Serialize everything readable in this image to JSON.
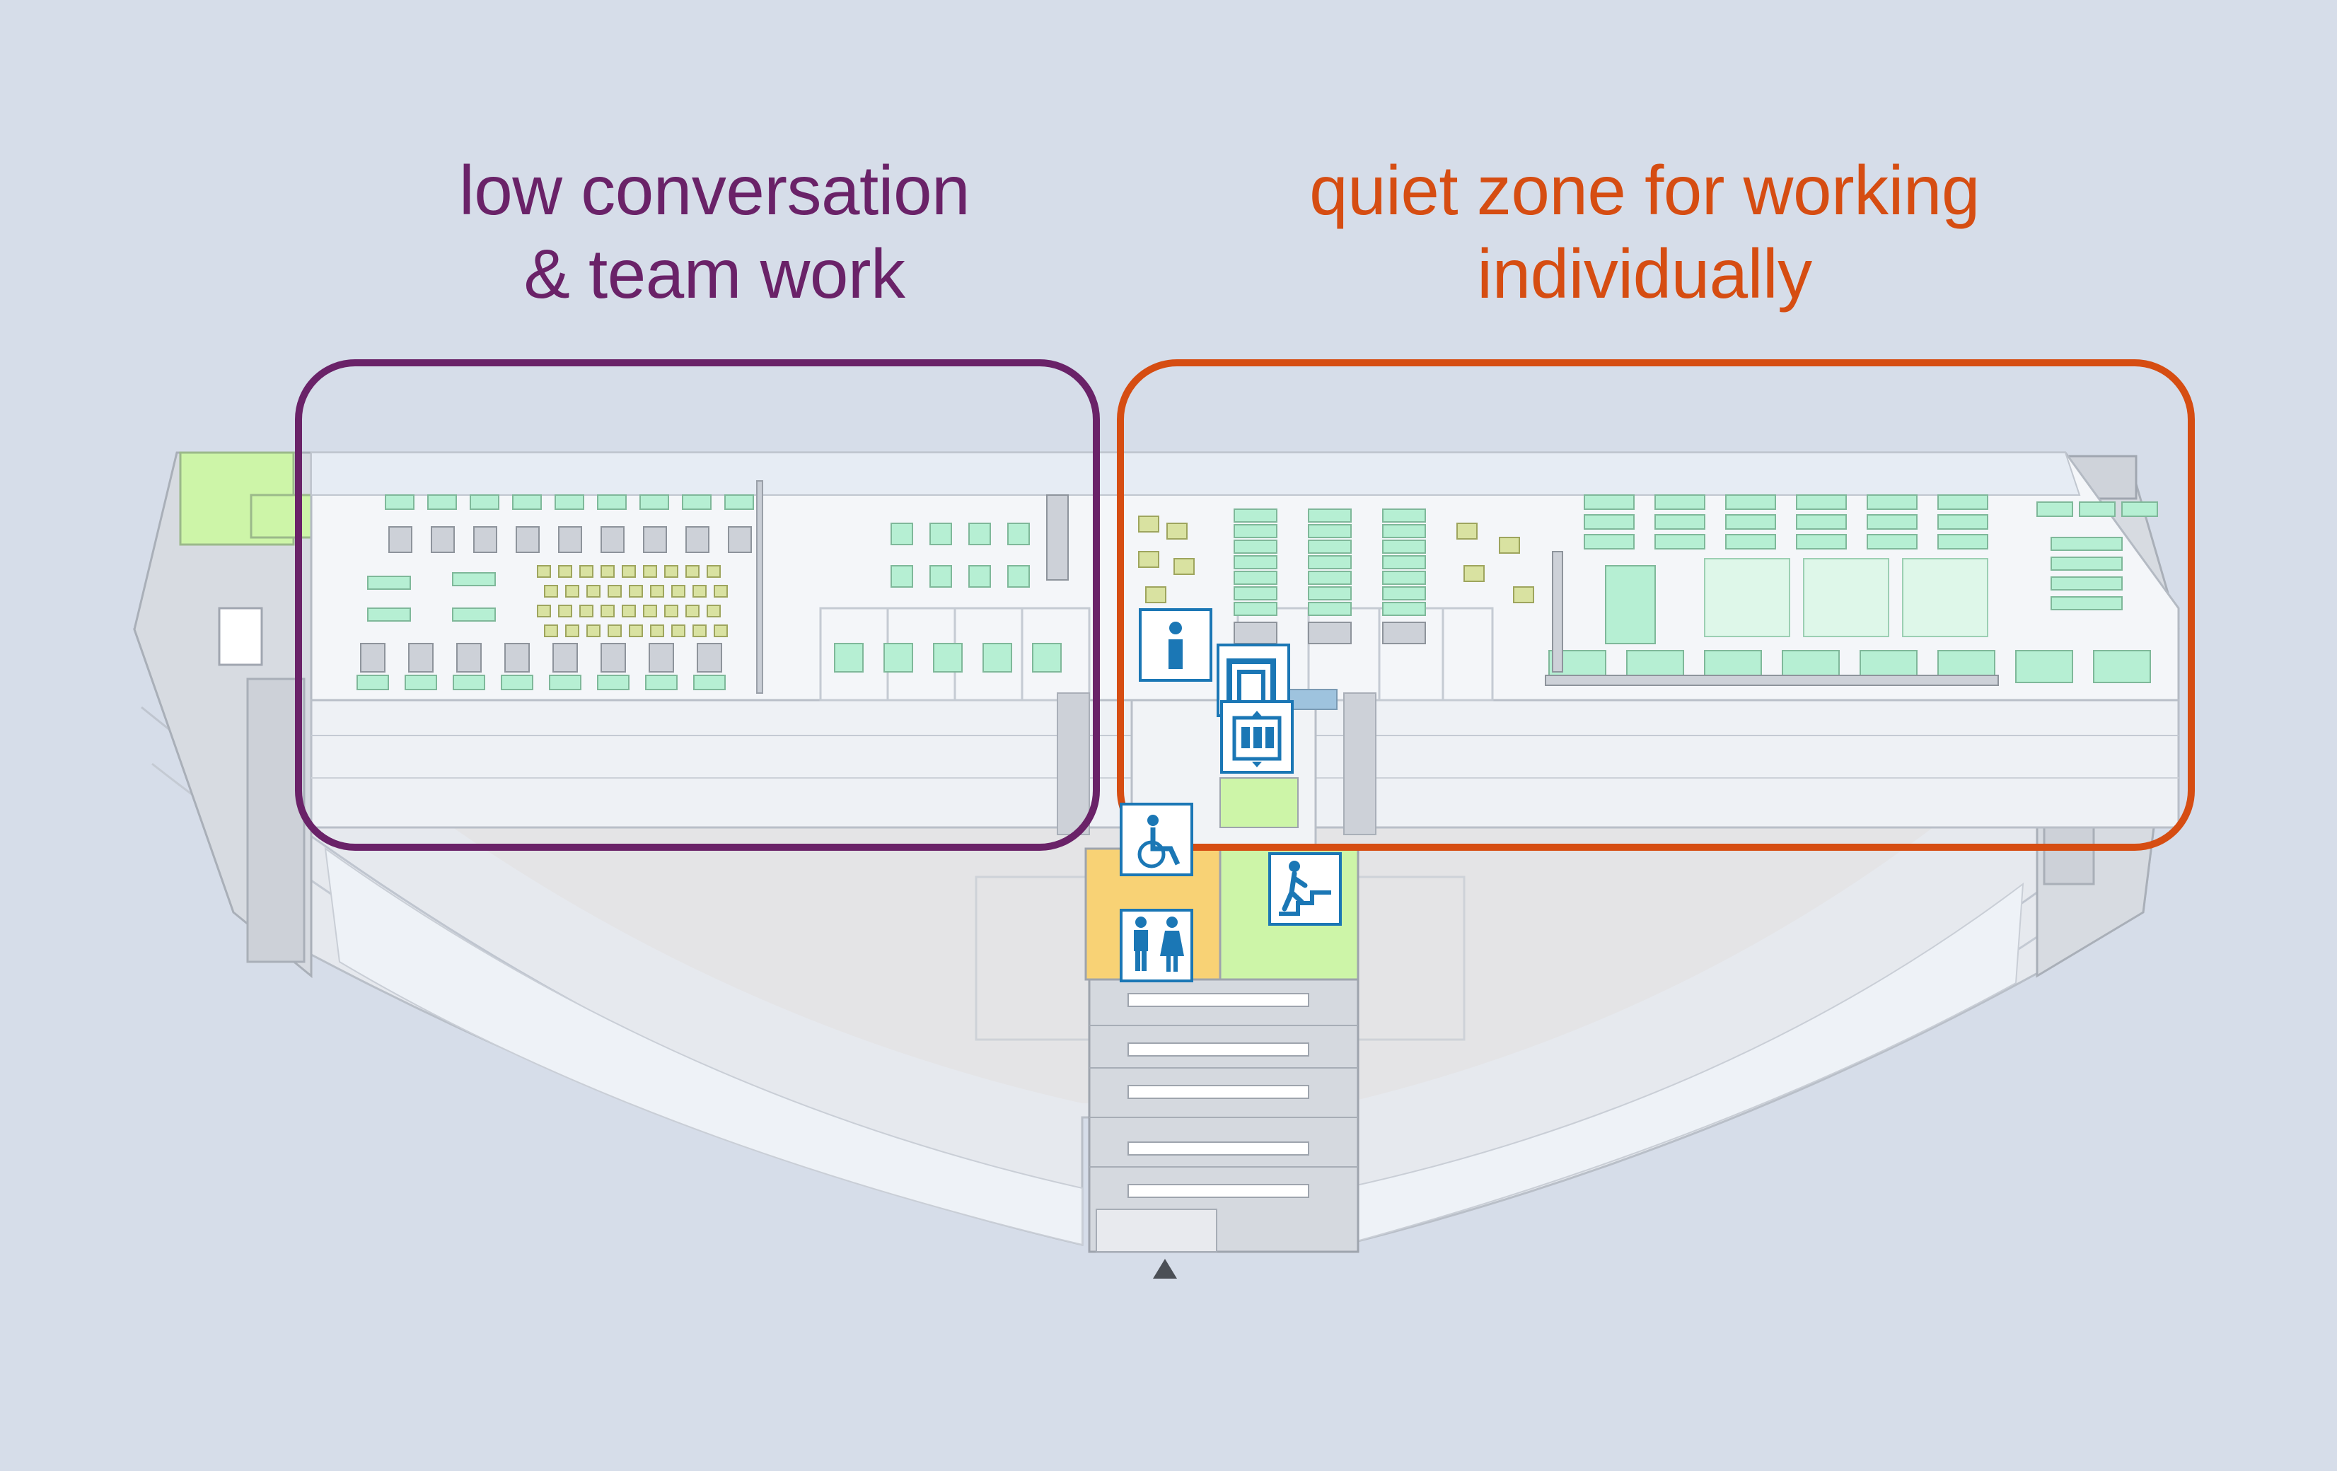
{
  "zones": [
    {
      "id": "team",
      "lines": [
        "low conversation",
        "& team work"
      ],
      "color": "#6a2268"
    },
    {
      "id": "quiet",
      "lines": [
        "quiet zone for working",
        "individually"
      ],
      "color": "#d64d12"
    }
  ],
  "icons": [
    {
      "name": "info-icon",
      "meaning": "information"
    },
    {
      "name": "stairs-icon",
      "meaning": "stairs"
    },
    {
      "name": "elevator-icon",
      "meaning": "elevator"
    },
    {
      "name": "wheelchair-icon",
      "meaning": "accessible toilet"
    },
    {
      "name": "restroom-icon",
      "meaning": "restrooms"
    },
    {
      "name": "escalator-icon",
      "meaning": "walk up stairs"
    }
  ],
  "colors": {
    "background": "#d6dde9",
    "floor": "#f4f6f9",
    "building": "#c9ced6",
    "highlight_green": "#cdf5a8",
    "highlight_yellow": "#f8d275",
    "furniture_green": "#b6efd3",
    "furniture_olive": "#d9e2a1",
    "icon_blue": "#1b77b5"
  }
}
